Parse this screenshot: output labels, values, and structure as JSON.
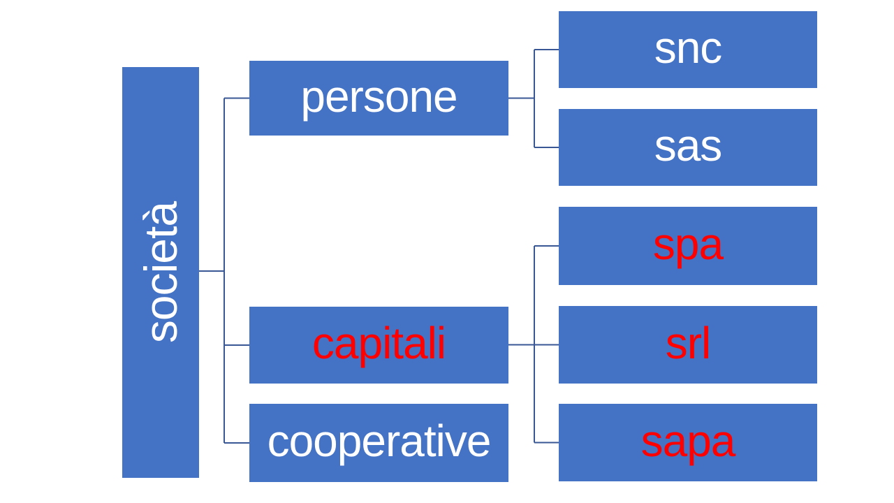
{
  "diagram": {
    "kind": "hierarchy-org-chart",
    "background": "#FFFFFF",
    "colors": {
      "node_fill": "#4472C4",
      "connector": "#3A5795",
      "text_white": "#FFFFFF",
      "text_red": "#FF0000"
    },
    "nodes": {
      "societa": {
        "label": "società",
        "color": "#FFFFFF"
      },
      "persone": {
        "label": "persone",
        "color": "#FFFFFF"
      },
      "capitali": {
        "label": "capitali",
        "color": "#FF0000"
      },
      "cooperative": {
        "label": "cooperative",
        "color": "#FFFFFF"
      },
      "snc": {
        "label": "snc",
        "color": "#FFFFFF"
      },
      "sas": {
        "label": "sas",
        "color": "#FFFFFF"
      },
      "spa": {
        "label": "spa",
        "color": "#FF0000"
      },
      "srl": {
        "label": "srl",
        "color": "#FF0000"
      },
      "sapa": {
        "label": "sapa",
        "color": "#FF0000"
      }
    },
    "edges": [
      {
        "from": "societa",
        "to": "persone"
      },
      {
        "from": "societa",
        "to": "capitali"
      },
      {
        "from": "societa",
        "to": "cooperative"
      },
      {
        "from": "persone",
        "to": "snc"
      },
      {
        "from": "persone",
        "to": "sas"
      },
      {
        "from": "capitali",
        "to": "spa"
      },
      {
        "from": "capitali",
        "to": "srl"
      },
      {
        "from": "capitali",
        "to": "sapa"
      }
    ]
  }
}
